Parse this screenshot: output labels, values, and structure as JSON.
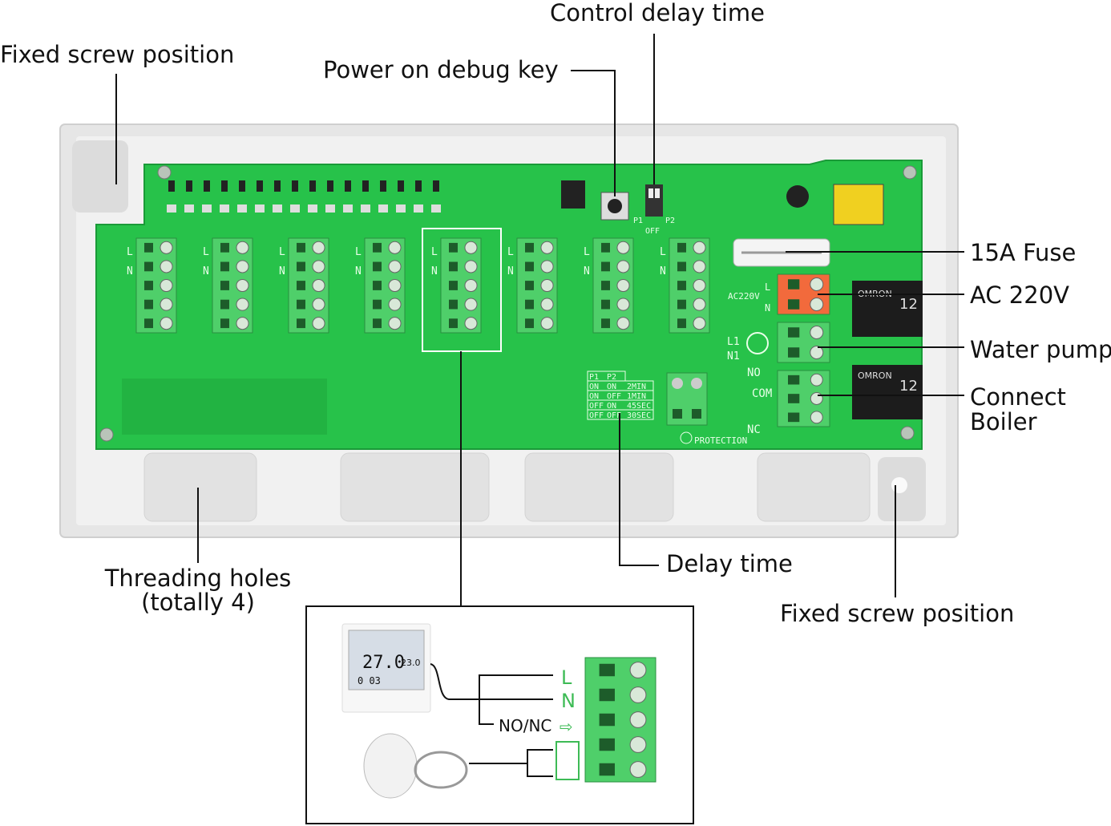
{
  "callouts": {
    "fixed_screw_top": "Fixed screw position",
    "power_debug_key": "Power on debug key",
    "control_delay_time": "Control delay time",
    "fuse": "15A Fuse",
    "ac220": "AC 220V",
    "water_pump": "Water pump",
    "connect_boiler_1": "Connect",
    "connect_boiler_2": "Boiler",
    "delay_time": "Delay time",
    "fixed_screw_bottom": "Fixed screw position",
    "threading_holes_1": "Threading holes",
    "threading_holes_2": "(totally 4)"
  },
  "board": {
    "zone_labels": {
      "l": "L",
      "n": "N"
    },
    "ac_label": "AC220V",
    "ac_l": "L",
    "ac_n": "N",
    "pump_l": "L1",
    "pump_n": "N1",
    "no": "NO",
    "com": "COM",
    "nc": "NC",
    "protection": "PROTECTION",
    "switch_off": "OFF",
    "switch_p1": "P1",
    "switch_p2": "P2",
    "relay_brand": "OMRON",
    "relay_rating": "12",
    "delay_table": {
      "headers": [
        "P1",
        "P2",
        ""
      ],
      "rows": [
        [
          "ON",
          "ON",
          "2MIN"
        ],
        [
          "ON",
          "OFF",
          "1MIN"
        ],
        [
          "OFF",
          "ON",
          "45SEC"
        ],
        [
          "OFF",
          "OFF",
          "30SEC"
        ]
      ]
    }
  },
  "inset": {
    "label_l": "L",
    "label_n": "N",
    "label_nonc": "NO/NC",
    "thermostat": {
      "temp": "27.0",
      "set": "23.0",
      "time": "0 03"
    }
  },
  "colors": {
    "pcb": "#27c24a",
    "terminal": "#4fcf6a",
    "terminal_ac": "#f26a3c",
    "enclosure": "#e9e9e9",
    "relay": "#1c1c1c"
  }
}
